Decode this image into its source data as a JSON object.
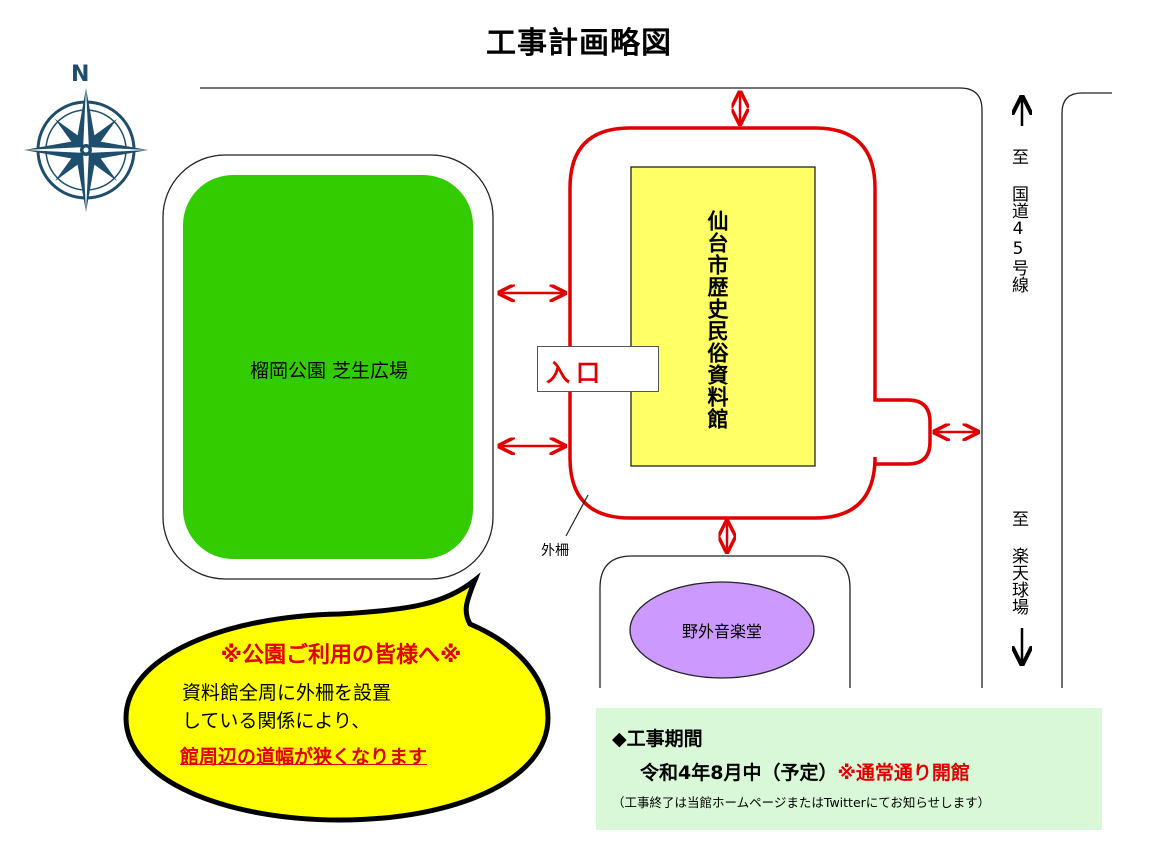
{
  "title": "工事計画略図",
  "compass": {
    "north_label": "N",
    "icon": "compass-rose-icon"
  },
  "buildings": {
    "museum": "仙台市歴史民俗資料館",
    "lawn": "榴岡公園 芝生広場",
    "stage": "野外音楽堂"
  },
  "labels": {
    "fence": "外柵",
    "entrance": "入口",
    "to_route45": "至 国道45号線",
    "to_stadium": "至 楽天球場"
  },
  "notice": {
    "title": "※公園ご利用の皆様へ※",
    "line1": "資料館全周に外柵を設置",
    "line2": "している関係により、",
    "line3": "館周辺の道幅が狭くなります"
  },
  "period": {
    "heading": "◆工事期間",
    "date": "令和4年8月中（予定）",
    "open": "※通常通り開館",
    "note": "（工事終了は当館ホームページまたはTwitterにてお知らせします）"
  },
  "colors": {
    "fence_red": "#e00000",
    "museum_fill": "#ffff66",
    "lawn_fill": "#33cc00",
    "stage_fill": "#cc99ff",
    "bubble_fill": "#ffff00",
    "info_fill": "#d8f8d8",
    "compass": "#1e4e6b"
  }
}
